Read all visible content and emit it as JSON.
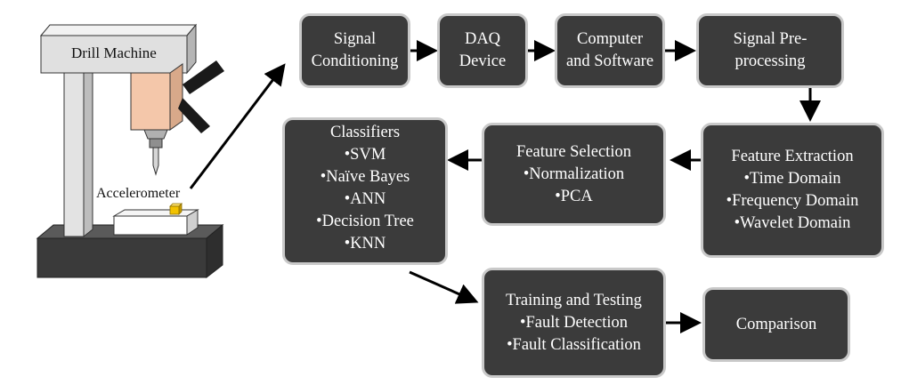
{
  "machine": {
    "title": "Drill Machine",
    "sensor_label": "Accelerometer"
  },
  "boxes": {
    "signal_conditioning": [
      "Signal",
      "Conditioning"
    ],
    "daq_device": [
      "DAQ",
      "Device"
    ],
    "computer_software": [
      "Computer",
      "and Software"
    ],
    "preprocessing": [
      "Signal Pre-",
      "processing"
    ],
    "feature_extraction": [
      "Feature Extraction",
      "•Time Domain",
      "•Frequency Domain",
      "•Wavelet Domain"
    ],
    "feature_selection": [
      "Feature Selection",
      "•Normalization",
      "•PCA"
    ],
    "classifiers": [
      "Classifiers",
      "•SVM",
      "•Naïve Bayes",
      "•ANN",
      "•Decision Tree",
      "•KNN"
    ],
    "training_testing": [
      "Training and Testing",
      "•Fault Detection",
      "•Fault Classification"
    ],
    "comparison": [
      "Comparison"
    ]
  },
  "colors": {
    "box_fill": "#3b3b3b",
    "box_border": "#c9c9c9",
    "box_text": "#ffffff",
    "spindle": "#f4c7aa",
    "base": "#3a3a3a",
    "column": "#e3e3e3",
    "sensor": "#f2c200"
  }
}
